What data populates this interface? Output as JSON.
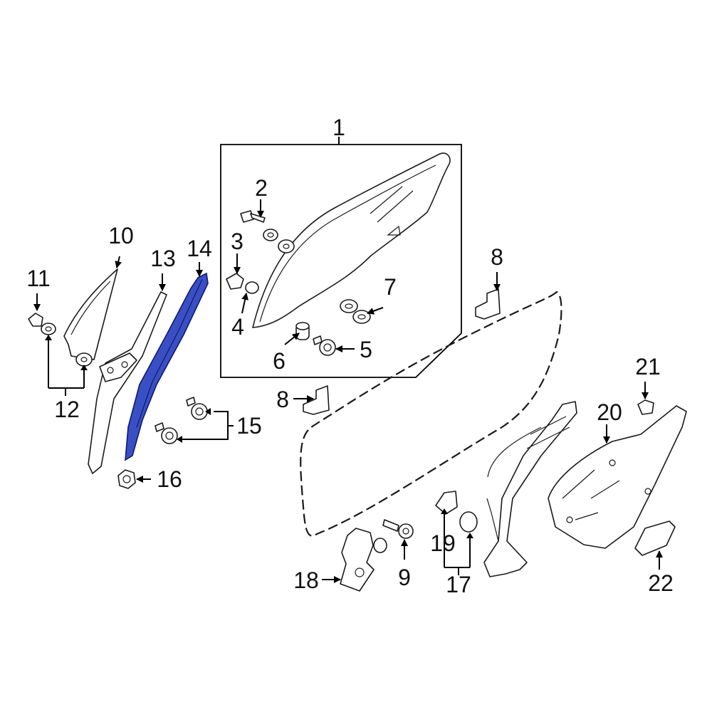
{
  "highlight_color": "#3b4fc4",
  "callouts": {
    "c1": "1",
    "c2": "2",
    "c3": "3",
    "c4": "4",
    "c5": "5",
    "c6": "6",
    "c7": "7",
    "c8a": "8",
    "c8b": "8",
    "c9": "9",
    "c10": "10",
    "c11": "11",
    "c12": "12",
    "c13": "13",
    "c14": "14",
    "c15": "15",
    "c16": "16",
    "c17": "17",
    "c18": "18",
    "c19": "19",
    "c20": "20",
    "c21": "21",
    "c22": "22"
  }
}
